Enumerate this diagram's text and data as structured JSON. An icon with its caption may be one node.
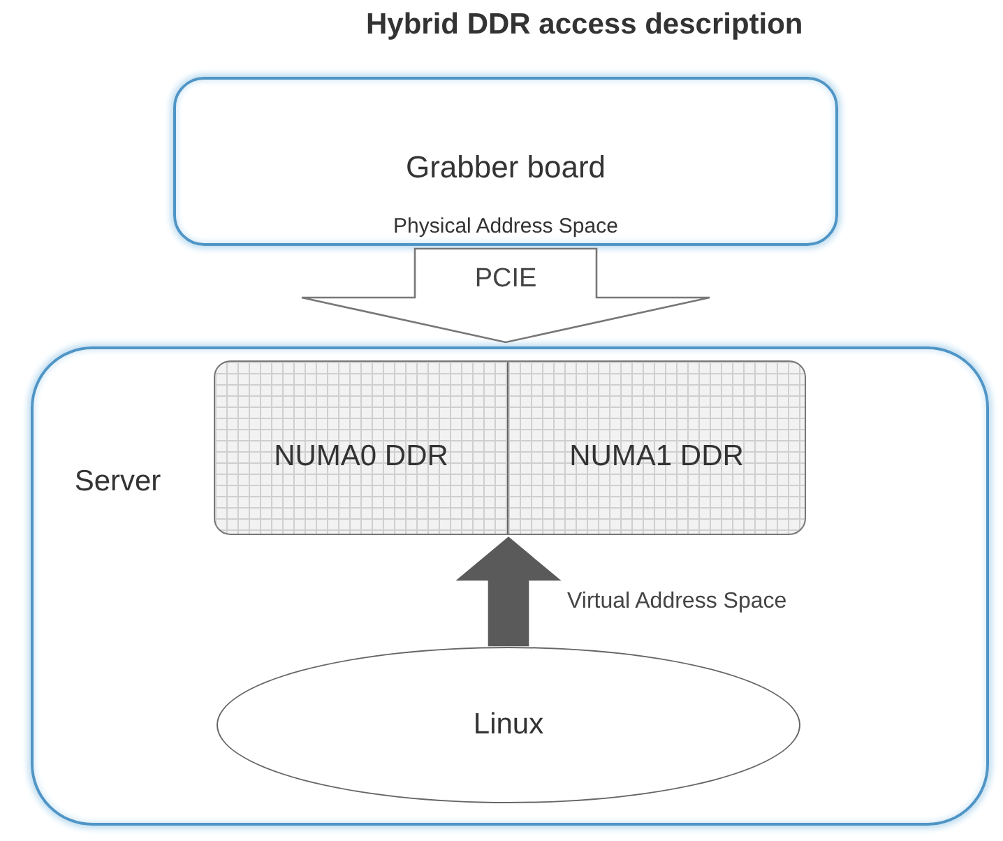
{
  "diagram": {
    "title": "Hybrid DDR access description",
    "nodes": [
      {
        "text": [
          "Grabber board",
          "Physical Address Space"
        ]
      },
      {
        "text": [
          "Server"
        ]
      },
      {
        "text": [
          "NUMA0 DDR"
        ],
        "in": 1
      },
      {
        "text": [
          "NUMA1 DDR"
        ],
        "in": 1
      },
      {
        "text": [
          "Linux"
        ],
        "in": 1
      }
    ],
    "edges": [
      {
        "from": 0,
        "to": 1,
        "arrow": "to",
        "label": "PCIE",
        "style": "thick"
      },
      {
        "from": 4,
        "to": 3,
        "arrow": "to",
        "label": "Virtual Address Space",
        "style": "thick",
        "color": "#5a5a5a"
      }
    ]
  }
}
